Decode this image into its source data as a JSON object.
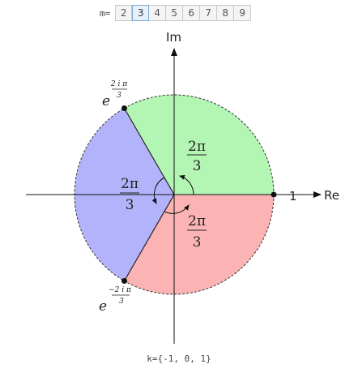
{
  "toolbar": {
    "label": "m=",
    "buttons": [
      "2",
      "3",
      "4",
      "5",
      "6",
      "7",
      "8",
      "9"
    ],
    "selected": "3"
  },
  "diagram": {
    "axis_re_label": "Re",
    "axis_im_label": "Im",
    "one_label": "1",
    "sectors": [
      {
        "numerator": "2π",
        "denominator": "3",
        "color": "#b3f5b3"
      },
      {
        "numerator": "2π",
        "denominator": "3",
        "color": "#b3b3fb"
      },
      {
        "numerator": "2π",
        "denominator": "3",
        "color": "#fbb3b3"
      }
    ],
    "root_upper": {
      "base": "e",
      "exponent": "2 i π",
      "exponent_den": "3"
    },
    "root_lower": {
      "base": "e",
      "exponent": "−2 i π",
      "exponent_den": "3"
    }
  },
  "caption": "k={-1, 0, 1}"
}
